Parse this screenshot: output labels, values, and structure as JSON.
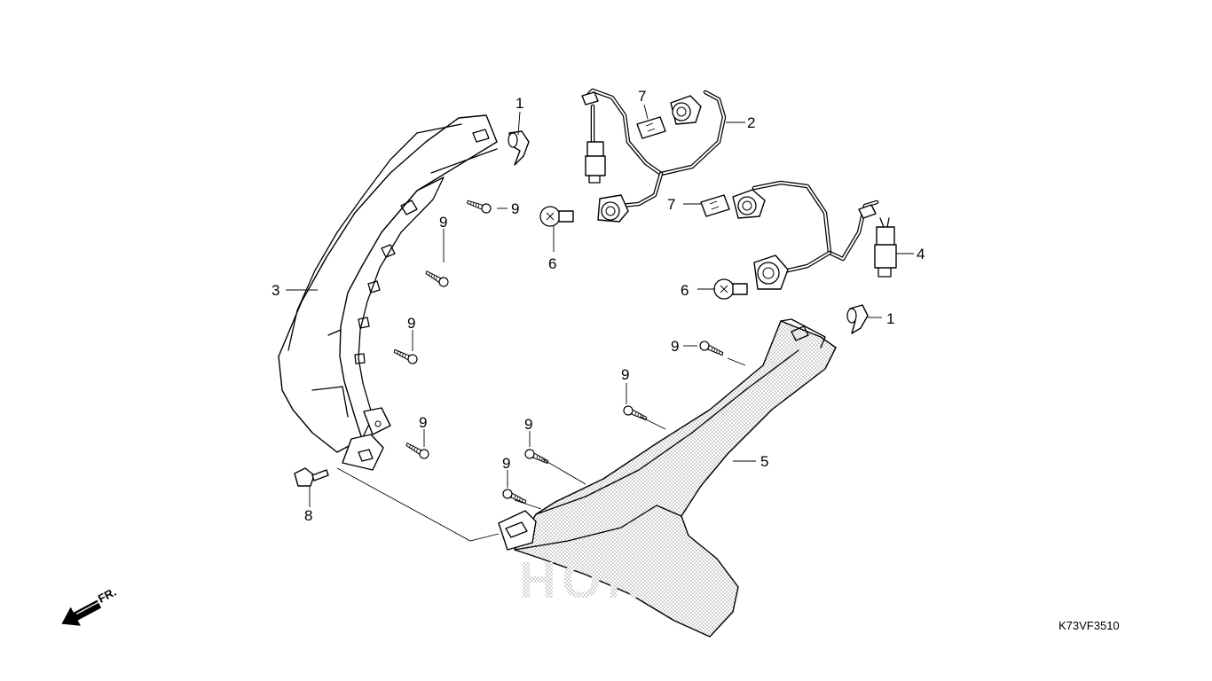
{
  "diagram": {
    "reference_code": "K73VF3510",
    "front_indicator": "FR.",
    "watermark": "HONDA",
    "callouts": [
      {
        "id": "c1a",
        "label": "1"
      },
      {
        "id": "c1b",
        "label": "1"
      },
      {
        "id": "c2",
        "label": "2"
      },
      {
        "id": "c3",
        "label": "3"
      },
      {
        "id": "c4",
        "label": "4"
      },
      {
        "id": "c5",
        "label": "5"
      },
      {
        "id": "c6a",
        "label": "6"
      },
      {
        "id": "c6b",
        "label": "6"
      },
      {
        "id": "c7a",
        "label": "7"
      },
      {
        "id": "c7b",
        "label": "7"
      },
      {
        "id": "c8",
        "label": "8"
      },
      {
        "id": "c9a",
        "label": "9"
      },
      {
        "id": "c9b",
        "label": "9"
      },
      {
        "id": "c9c",
        "label": "9"
      },
      {
        "id": "c9d",
        "label": "9"
      },
      {
        "id": "c9e",
        "label": "9"
      },
      {
        "id": "c9f",
        "label": "9"
      },
      {
        "id": "c9g",
        "label": "9"
      },
      {
        "id": "c9h",
        "label": "9"
      }
    ]
  }
}
